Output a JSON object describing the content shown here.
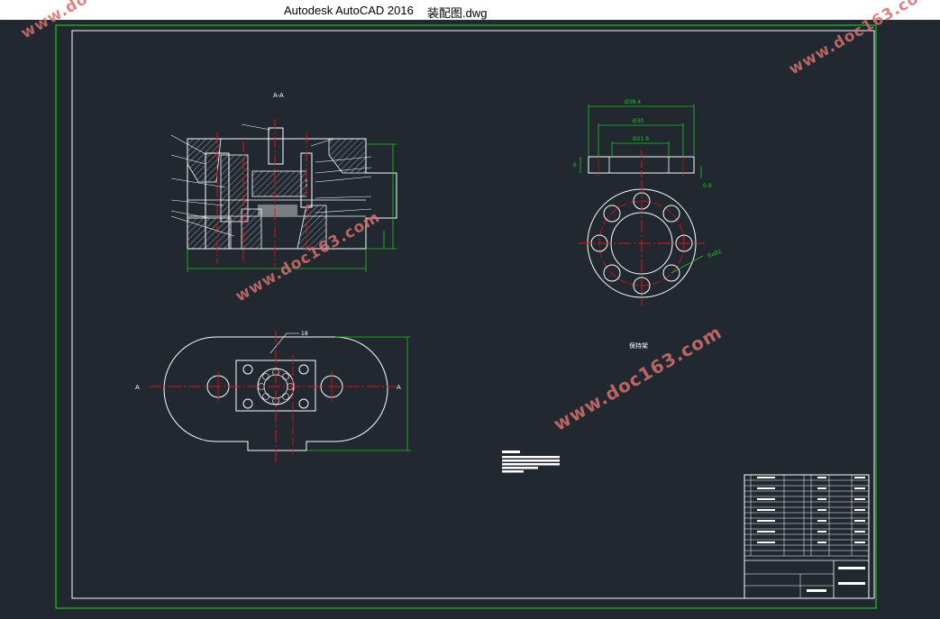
{
  "window": {
    "app_title": "Autodesk AutoCAD 2016",
    "file_name": "装配图.dwg"
  },
  "drawing": {
    "section_label": "A-A",
    "view_label_left": "A",
    "view_label_right": "A",
    "callout_number": "18",
    "part_view_caption": "保持架",
    "dim_outer_dia": "Ø38.4",
    "dim_mid_dia": "Ø30",
    "dim_inner_dia": "Ø21.8",
    "dim_hole": "8xØ2",
    "dim_thickness": "6",
    "dim_side": "0.9"
  },
  "watermark": {
    "text": "www.doc163.com"
  },
  "colors": {
    "background": "#212830",
    "frame_outer": "#22a122",
    "frame_inner": "#ffffff",
    "center_line": "#e01515",
    "dimension": "#22c322",
    "geometry": "#ffffff"
  }
}
